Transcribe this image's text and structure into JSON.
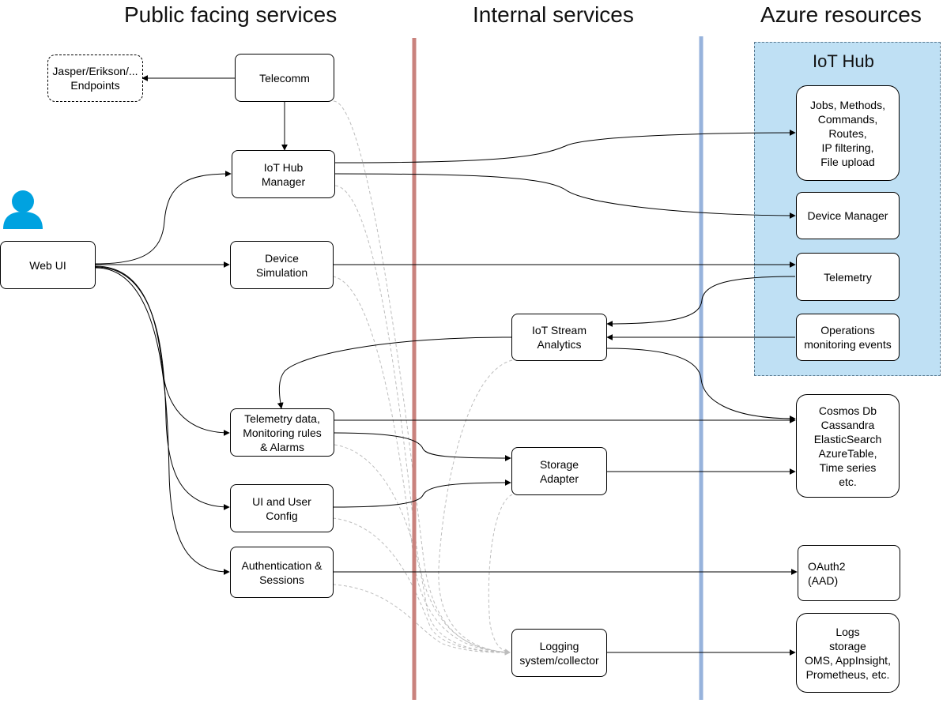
{
  "sections": {
    "public": "Public facing services",
    "internal": "Internal services",
    "azure": "Azure resources"
  },
  "iot_hub": {
    "title": "IoT Hub"
  },
  "nodes": {
    "endpoints": "Jasper/Erikson/...\nEndpoints",
    "telecomm": "Telecomm",
    "iot_hub_manager": "IoT Hub\nManager",
    "web_ui": "Web UI",
    "device_simulation": "Device\nSimulation",
    "telemetry_rules": "Telemetry data,\nMonitoring rules\n& Alarms",
    "ui_user_config": "UI and User\nConfig",
    "auth_sessions": "Authentication &\nSessions",
    "stream_analytics": "IoT Stream\nAnalytics",
    "storage_adapter": "Storage\nAdapter",
    "logging": "Logging\nsystem/collector",
    "jobs": "Jobs, Methods,\nCommands,\nRoutes,\nIP filtering,\nFile upload",
    "device_manager": "Device Manager",
    "telemetry": "Telemetry",
    "ops_events": "Operations\nmonitoring events",
    "databases": "Cosmos Db\nCassandra\nElasticSearch\nAzureTable,\nTime series\netc.",
    "oauth": "OAuth2\n(AAD)",
    "logs_storage": "Logs\nstorage\nOMS, AppInsight,\nPrometheus, etc."
  },
  "icons": {
    "user": "user-icon",
    "aad": "azure-active-directory-icon"
  },
  "colors": {
    "internal_divider": "#c9827d",
    "azure_divider": "#97b3dc",
    "iot_hub_fill": "#bfe0f4",
    "user_icon": "#00a2e0",
    "aad_icon": "#1ba1e2",
    "logging_links": "#bdbdbd"
  }
}
